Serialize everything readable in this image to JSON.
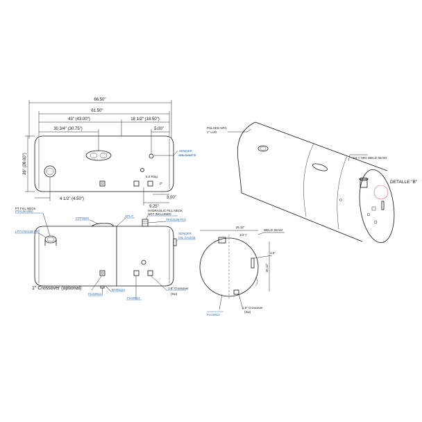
{
  "dimensions": {
    "overall_length": "66.50\"",
    "body_length": "61.50\"",
    "to_center_fitting": "43\" (43.00\")",
    "to_fill_neck": "30 3/4\" (30.75\")",
    "right_offset": "18 1/2\" (18.50\")",
    "sender_offset": "5.00\"",
    "height": "26\" (26.00\")",
    "bottom_left_offset": "4 1/2\" (4.50\")",
    "bottom_right_offset": "9.25\"",
    "sender_right": "3.00\"",
    "circle_width": "26.12\"",
    "circle_height": "26.12\"",
    "side_offset": "1.5\"",
    "small_dim": "0\""
  },
  "labels": {
    "sender_top": "SENDER / OIL GAUGE",
    "sender_top_1": "SENDER",
    "sender_top_2": "OIL GAUGE",
    "pt_fill_neck_1": "PT FILL NECK",
    "pt_fill_neck_2": "PTAL90 (B6)",
    "left_part": "LPT'd 50135-PR",
    "ctp": "CTP3620",
    "split": "SPLIT",
    "hydraulic_1": "HYDRAULIC FILL NECK",
    "hydraulic_2": "NOT INCLUDED",
    "tpg": "TPG3135-P(1)",
    "sender_mid_1": "SENDER",
    "sender_mid_2": "OIL GAUGE",
    "crossover_opt": "1\" Crossover (optional)",
    "flg_left": "FLG0912",
    "baffle": "BAR6114",
    "flg_center": "FLG0912",
    "crossover_side_1": "1.5\" Crossover",
    "crossover_side_2": "(Sw)",
    "ref_1": "5.0 Ring",
    "pulsed_1": "PULSED NFG",
    "pulsed_2": "1\" LUG",
    "weld_seam_iso": "1/4 ▽ MIG WELD SEAM",
    "detail_b": "DETALLE \"B\"",
    "weld_seam_circle": "WELD SEAM",
    "crossover_circle_1": "1.5\" Crossover",
    "crossover_circle_2": "(Sw)",
    "flg_circle": "FLG0912",
    "d1": "26.12\"",
    "d2": "26.12\"",
    "weld_symbol": "1/4 ▽"
  },
  "colors": {
    "line": "#111111",
    "callout_link": "#2a6db0",
    "detail_circle": "#e05a5a"
  }
}
